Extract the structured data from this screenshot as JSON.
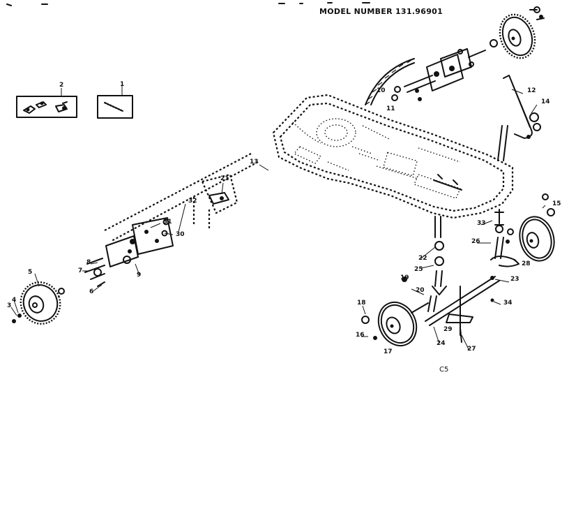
{
  "header": {
    "model_number": "MODEL NUMBER 131.96901"
  },
  "figure_code": "C5",
  "callouts": [
    "1",
    "2",
    "3",
    "4",
    "5",
    "6",
    "7",
    "8",
    "9",
    "10",
    "11",
    "12",
    "13",
    "14",
    "15",
    "16",
    "17",
    "18",
    "19",
    "20",
    "21",
    "22",
    "23",
    "24",
    "25",
    "26",
    "27",
    "28",
    "29",
    "30",
    "31",
    "32",
    "33",
    "34"
  ]
}
